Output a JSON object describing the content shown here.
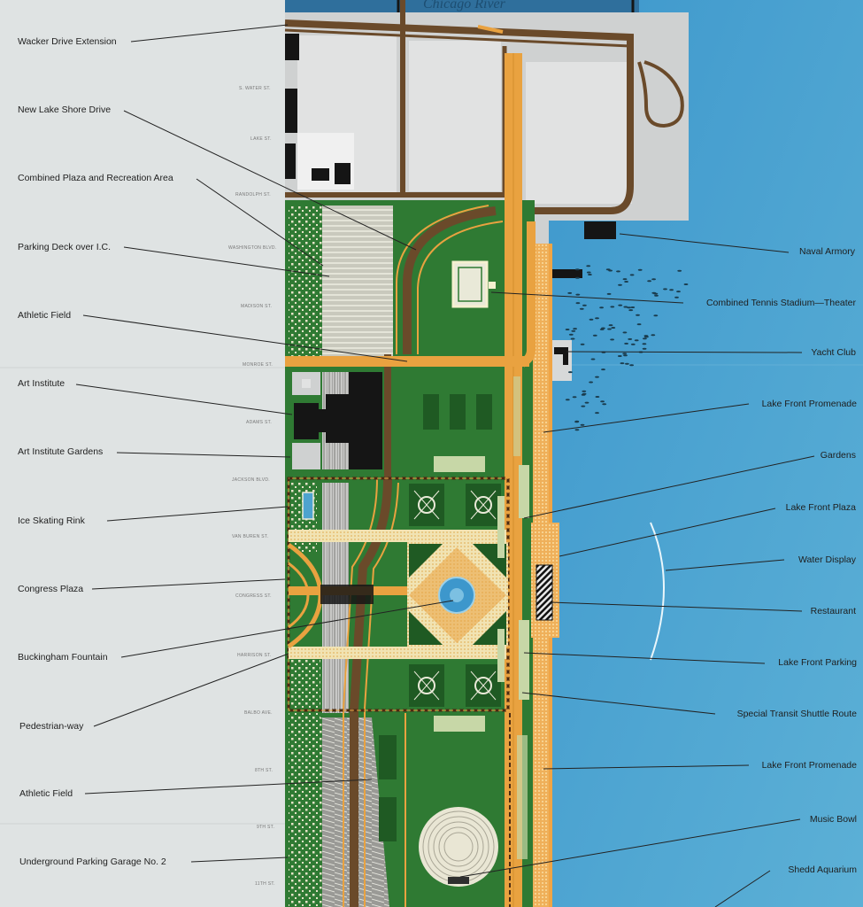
{
  "river_label": "Chicago River",
  "left_labels": [
    "Wacker Drive Extension",
    "New Lake Shore Drive",
    "Combined Plaza and Recreation Area",
    "Parking Deck over I.C.",
    "Athletic Field",
    "Art Institute",
    "Art Institute Gardens",
    "Ice Skating Rink",
    "Congress Plaza",
    "Buckingham Fountain",
    "Pedestrian-way",
    "Athletic Field",
    "Underground Parking Garage No. 2"
  ],
  "right_labels": [
    "Naval Armory",
    "Combined Tennis Stadium—Theater",
    "Yacht Club",
    "Lake Front Promenade",
    "Gardens",
    "Lake Front Plaza",
    "Water Display",
    "Restaurant",
    "Lake Front Parking",
    "Special Transit Shuttle Route",
    "Lake Front Promenade",
    "Music Bowl",
    "Shedd Aquarium"
  ],
  "streets": [
    "S. WATER ST.",
    "LAKE ST.",
    "RANDOLPH ST.",
    "WASHINGTON BLVD.",
    "MADISON ST.",
    "MONROE ST.",
    "ADAMS ST.",
    "JACKSON BLVD.",
    "VAN BUREN ST.",
    "CONGRESS ST.",
    "HARRISON ST.",
    "BALBO AVE.",
    "8TH ST.",
    "9TH ST.",
    "11TH ST."
  ],
  "colors": {
    "paper": "#dfe3e3",
    "lake": "#4ea3cf",
    "river": "#2f6f9c",
    "park_green": "#2f7a33",
    "dark_green": "#1f5a23",
    "road_orange": "#e9a240",
    "road_brown": "#6a4a2a",
    "urban_gray": "#cfd1d1",
    "building_black": "#151515"
  }
}
